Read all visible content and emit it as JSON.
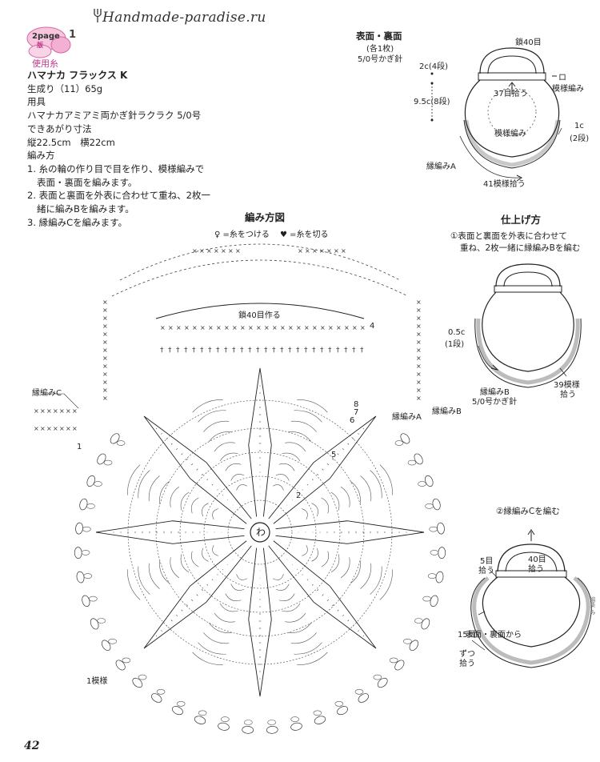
{
  "watermark": "Handmade-paradise.ru",
  "badge": {
    "text": "2page",
    "sub": "版",
    "number": "1"
  },
  "materials": {
    "heading": "使用糸",
    "yarn": "ハマナカ フラックス K",
    "yarn_color": "生成り（11）65g",
    "tools_heading": "用具",
    "tools": "ハマナカアミアミ両かぎ針ラクラク 5/0号",
    "size_heading": "できあがり寸法",
    "size": "縦22.5cm　横22cm",
    "method_heading": "編み方",
    "steps": [
      "1. 糸の輪の作り目で目を作り、模様編みで",
      "表面・裏面を編みます。",
      "2. 表面と裏面を外表に合わせて重ね、2枚一",
      "緒に編みBを編みます。",
      "3. 縁編みCを編みます。"
    ]
  },
  "piece_diagram": {
    "title": "表面・裏面",
    "count": "(各1枚)",
    "hook": "5/0号かぎ針",
    "chain": "鎖40目",
    "dim_top": "2c(4段)",
    "dim_side": "9.5c(8段)",
    "pick37": "37目拾う",
    "pattern_ring": "模様編み",
    "pattern": "模様編み",
    "edge": "1c",
    "edge_rows": "(2段)",
    "edgeA": "縁編みA",
    "pick41": "41模様拾う",
    "square": "ロ"
  },
  "chart": {
    "title": "編み方図",
    "legend_attach": "♀ =糸をつける",
    "legend_cut": "♥ =糸を切る",
    "chain40": "鎖40目作る",
    "edgeC": "縁編みC",
    "edgeA": "縁編みA",
    "edgeB": "縁編みB",
    "center": "わ",
    "motif": "1模様",
    "row_numbers": [
      "2",
      "4",
      "5",
      "6",
      "7",
      "8",
      "1"
    ]
  },
  "finish": {
    "title": "仕上げ方",
    "step1_l1": "①表面と裏面を外表に合わせて",
    "step1_l2": "重ね、2枚一緒に縁編みBを編む",
    "dim1": "0.5c",
    "dim1_rows": "(1段)",
    "edgeB": "縁編みB",
    "edgeB_hook": "5/0号かぎ針",
    "pick39": "39模様",
    "pick39b": "拾う",
    "step2": "②縁編みCを編む",
    "pick40a": "40目",
    "pick40b": "拾う",
    "pick5a": "5目",
    "pick5b": "拾う",
    "pick15a": "15目",
    "pick15b": "表面・裏面から",
    "pick15c": "ずつ",
    "pick15d": "拾う"
  },
  "page_number": "42",
  "side_note": "編集 み"
}
